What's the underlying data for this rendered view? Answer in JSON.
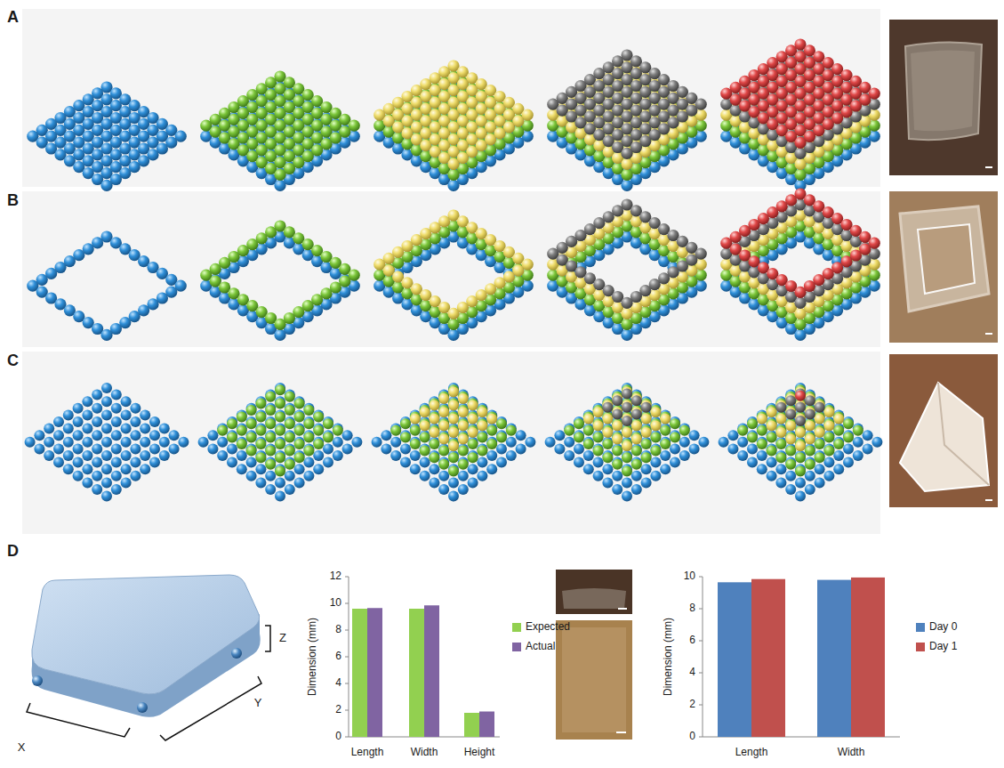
{
  "diagram": {
    "labels": [
      "A",
      "B",
      "C",
      "D",
      "X",
      "Y",
      "Z",
      "12",
      "10",
      "8",
      "6",
      "4",
      "2",
      "0",
      "Dimension (mm)",
      "Length",
      "Width",
      "Height",
      "10",
      "8",
      "6",
      "4",
      "2",
      "0",
      "Dimension (mm)",
      "Length",
      "Width"
    ],
    "legend": [
      {
        "text": "Expected",
        "color": "#92d050"
      },
      {
        "text": "Actual",
        "color": "#8064a2"
      },
      {
        "text": "Day 0",
        "color": "#4f81bd"
      },
      {
        "text": "Day 1",
        "color": "#c0504d"
      }
    ]
  }
}
